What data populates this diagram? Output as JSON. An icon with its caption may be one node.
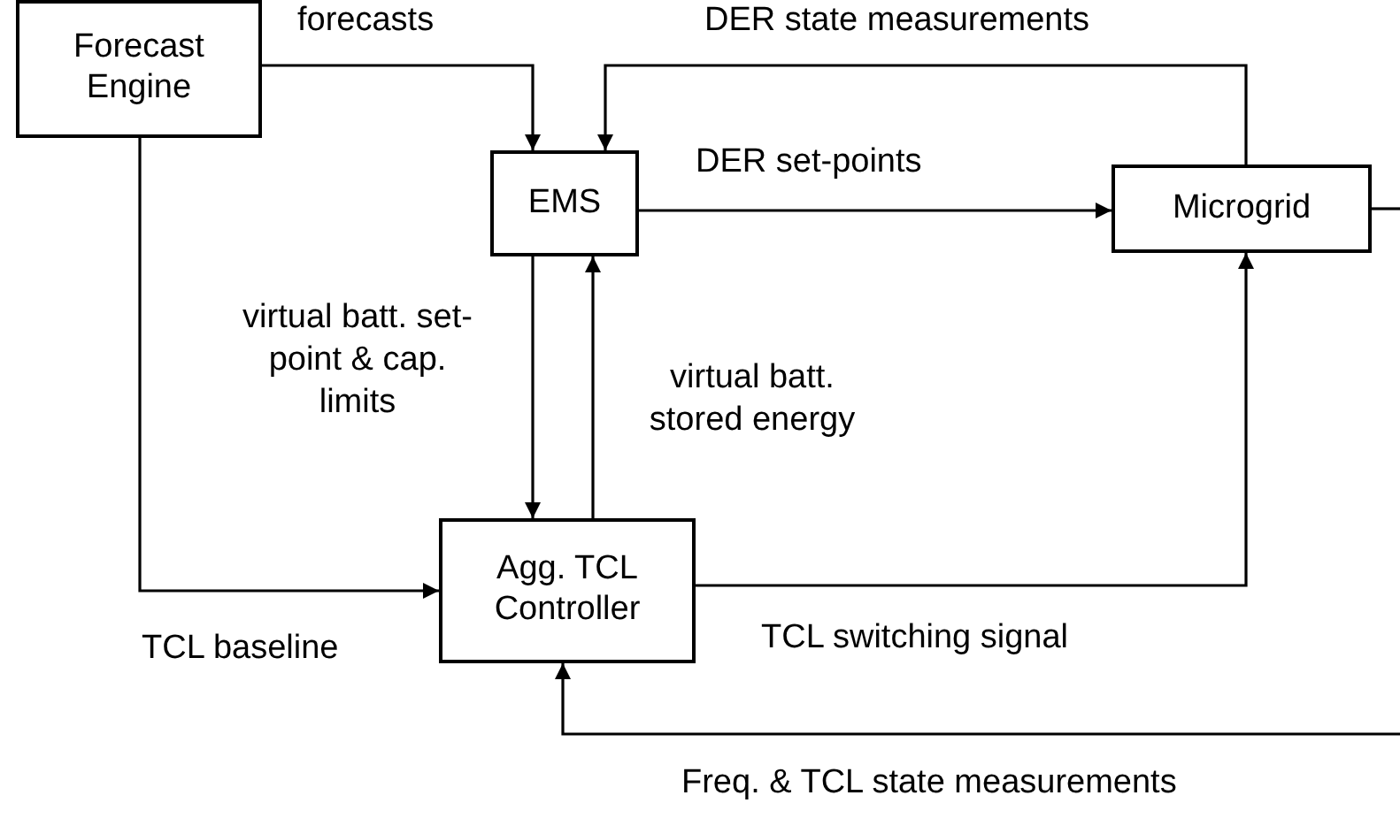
{
  "diagram": {
    "nodes": [
      {
        "text": [
          "Forecast Engine"
        ]
      },
      {
        "text": [
          "EMS"
        ]
      },
      {
        "text": [
          "Microgrid"
        ]
      },
      {
        "text": [
          "Agg. TCL Controller"
        ]
      }
    ],
    "edges": [
      {
        "from": 0,
        "to": 1,
        "arrow": "to",
        "label": "forecasts"
      },
      {
        "from": 2,
        "to": 1,
        "arrow": "to",
        "label": "DER state measurements"
      },
      {
        "from": 1,
        "to": 2,
        "arrow": "to",
        "label": "DER set-points"
      },
      {
        "from": 1,
        "to": 3,
        "arrow": "to",
        "label": "virtual batt. set-point & cap. limits"
      },
      {
        "from": 3,
        "to": 1,
        "arrow": "to",
        "label": "virtual batt. stored energy"
      },
      {
        "from": 0,
        "to": 3,
        "arrow": "to",
        "label": "TCL baseline"
      },
      {
        "from": 3,
        "to": 2,
        "arrow": "to",
        "label": "TCL switching signal"
      },
      {
        "from": 2,
        "to": null,
        "arrow": "none"
      },
      {
        "from": null,
        "to": 3,
        "arrow": "to",
        "label": "Freq. & TCL state measurements"
      }
    ]
  }
}
